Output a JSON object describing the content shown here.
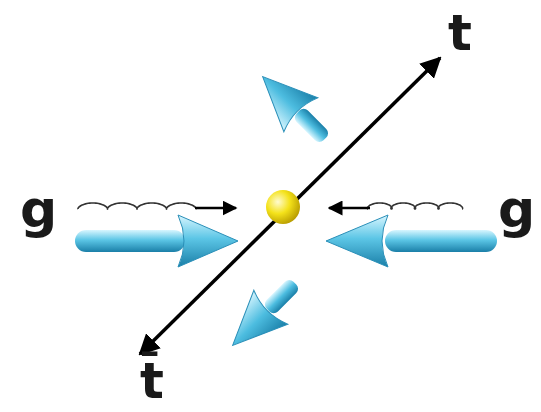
{
  "diagram": {
    "labels": [
      "t",
      "g",
      "g",
      "t̄"
    ]
  }
}
